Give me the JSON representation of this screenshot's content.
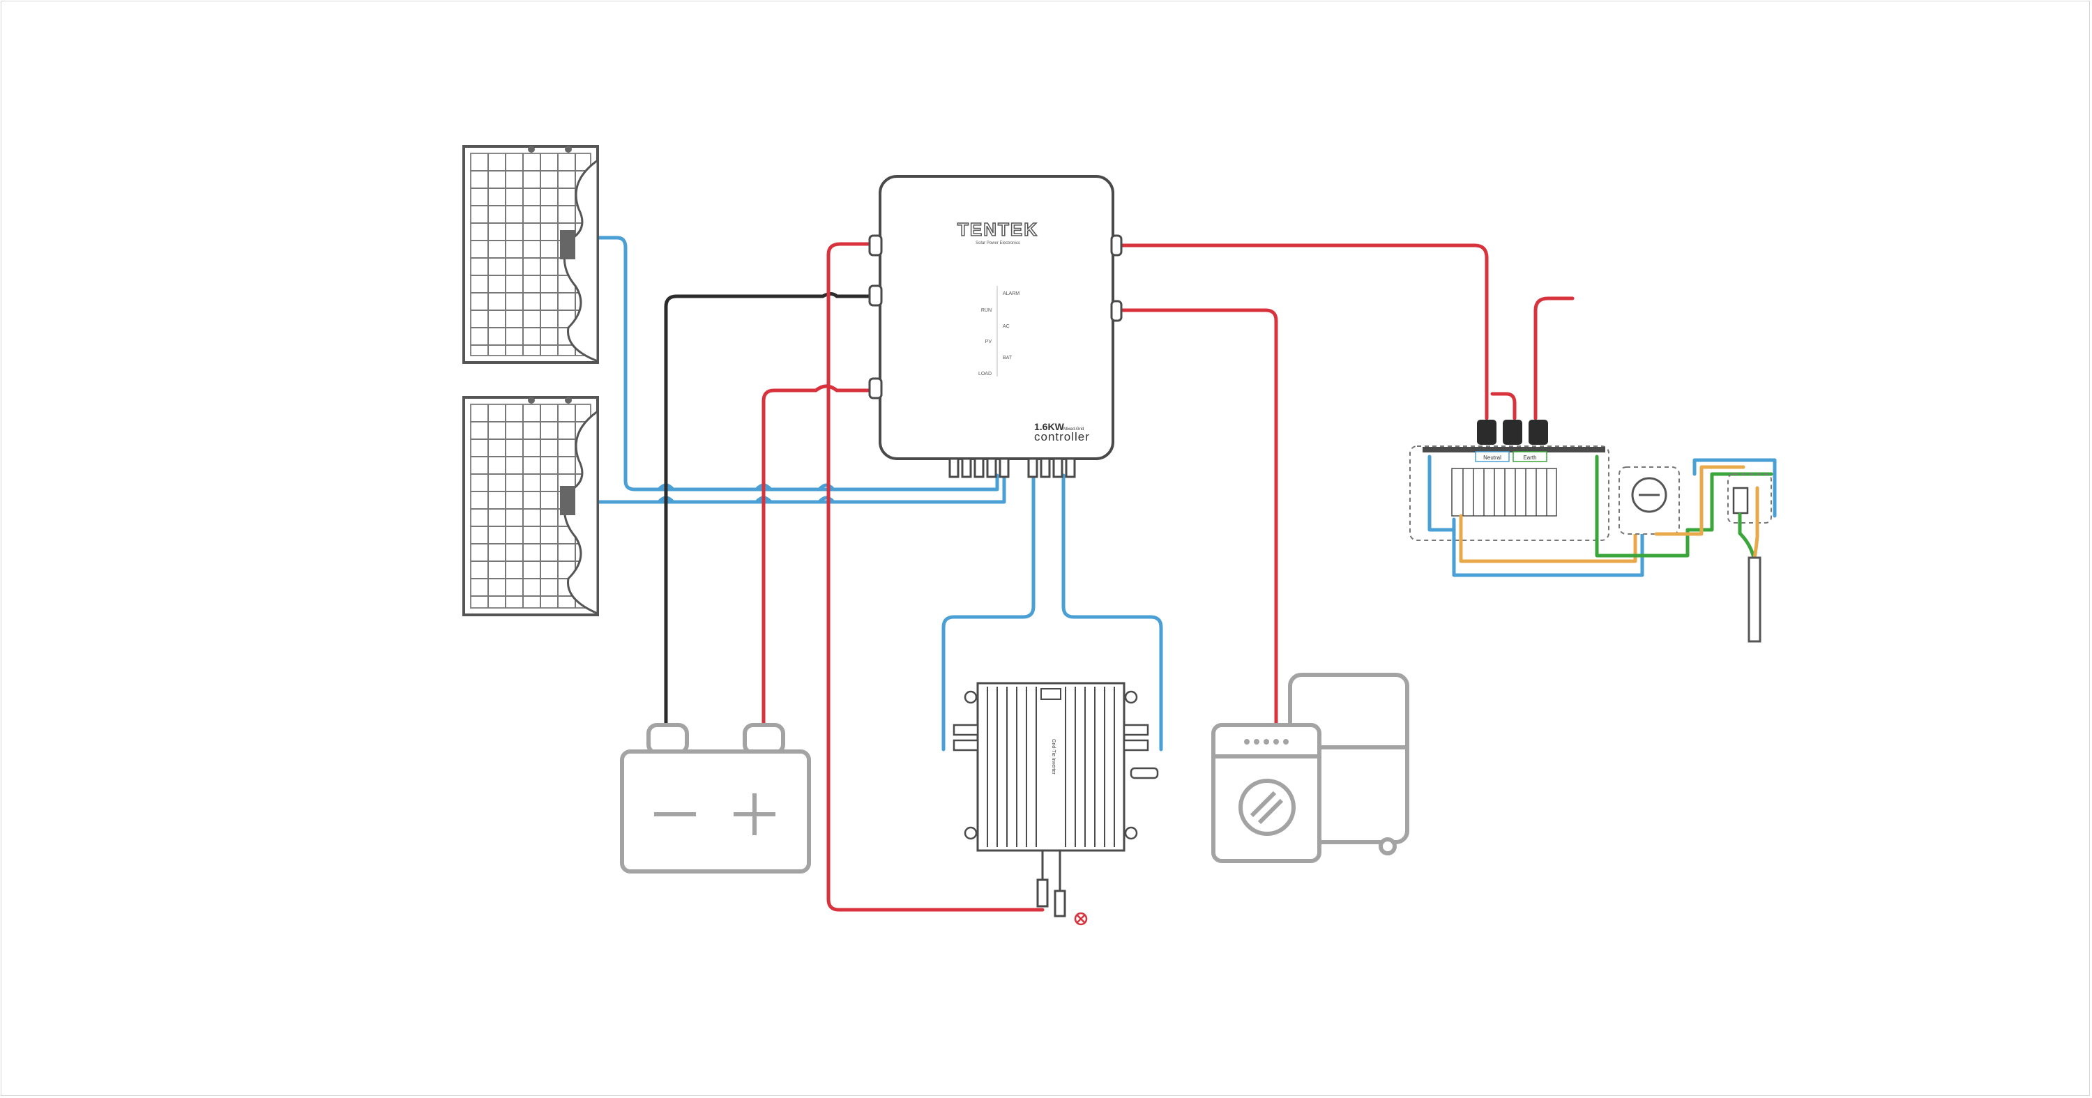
{
  "controller": {
    "brand": "TENTEK",
    "tagline": "Solar Power Electronics",
    "model": "1.6KW",
    "model_suffix": "Mixed-Grid",
    "type": "controller",
    "indicators_left": [
      "RUN",
      "PV",
      "LOAD"
    ],
    "indicators_right": [
      "ALARM",
      "AC",
      "BAT"
    ]
  },
  "microinverter": {
    "label": "Grid-Tie Inverter"
  },
  "distribution_box": {
    "terminals": [
      "Neutral",
      "Earth"
    ]
  },
  "colors": {
    "red_wire": "#d8323c",
    "blue_wire": "#4a9fd4",
    "black_wire": "#2b2b2b",
    "green_wire": "#3aa53a",
    "orange_wire": "#e8a94a",
    "appliance_gray": "#a3a3a3"
  },
  "icons": [
    "solar-panel-icon",
    "battery-icon",
    "washing-machine-icon",
    "refrigerator-icon",
    "meter-icon",
    "earth-rod-icon",
    "disconnect-x-icon"
  ]
}
